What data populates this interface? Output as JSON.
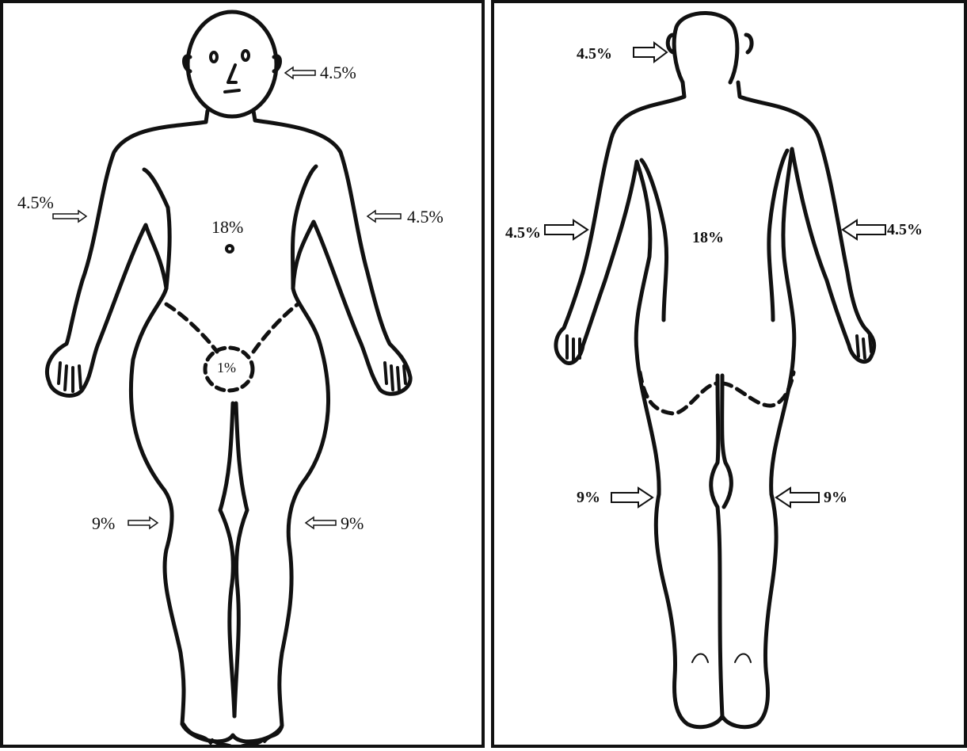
{
  "front": {
    "head": "4.5%",
    "right_arm": "4.5%",
    "left_arm": "4.5%",
    "trunk": "18%",
    "genitalia": "1%",
    "right_leg": "9%",
    "left_leg": "9%"
  },
  "back": {
    "head": "4.5%",
    "left_arm": "4.5%",
    "right_arm": "4.5%",
    "trunk": "18%",
    "left_leg": "9%",
    "right_leg": "9%"
  },
  "colors": {
    "line": "#111111",
    "background": "#ffffff"
  },
  "icons": {
    "pointer": "outline-arrow-icon"
  }
}
